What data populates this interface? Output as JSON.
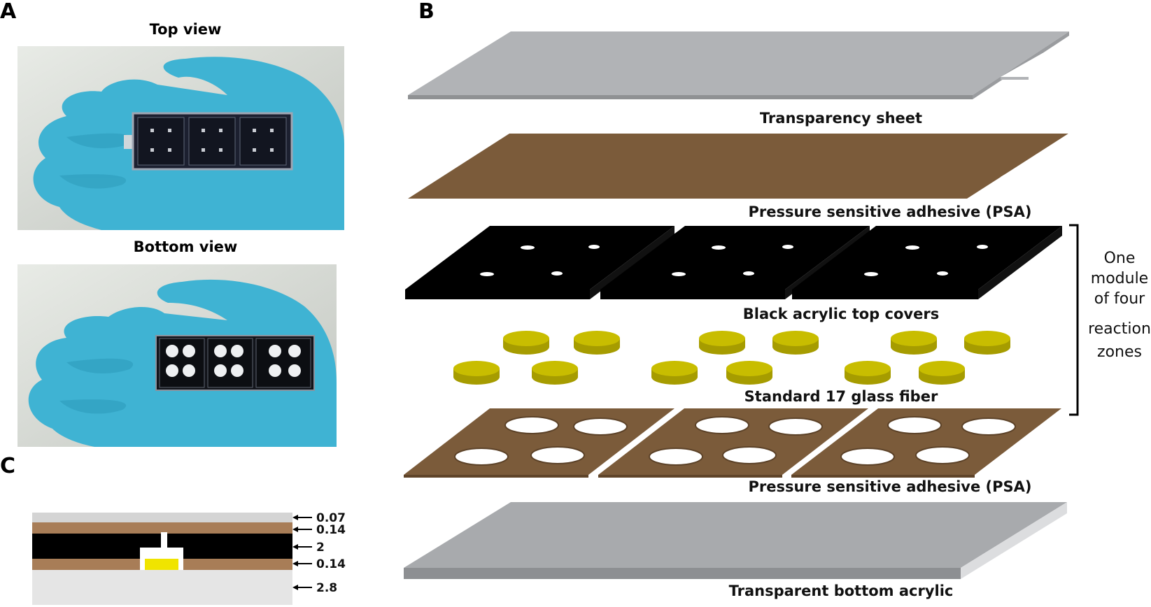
{
  "panels": {
    "a": {
      "letter": "A",
      "top_view_title": "Top view",
      "bottom_view_title": "Bottom view"
    },
    "b": {
      "letter": "B",
      "layers": [
        "Transparency sheet",
        "Pressure sensitive adhesive (PSA)",
        "Black acrylic top covers",
        "Standard 17 glass fiber",
        "Pressure sensitive adhesive (PSA)",
        "Transparent bottom acrylic"
      ],
      "module_label_lines": [
        "One",
        "module",
        "of four",
        "reaction",
        "zones"
      ]
    },
    "c": {
      "letter": "C",
      "thicknesses": [
        "0.07",
        "0.14",
        "2",
        "0.14",
        "2.8"
      ]
    }
  },
  "colors": {
    "transparency": "#b1b3b6",
    "psa": "#7b5b3a",
    "psa_section": "#a87d57",
    "black_acrylic": "#000000",
    "glass_fiber": "#c8bd00",
    "glove": "#3fb3d3",
    "bottom_acrylic": "#e5e5e5"
  }
}
